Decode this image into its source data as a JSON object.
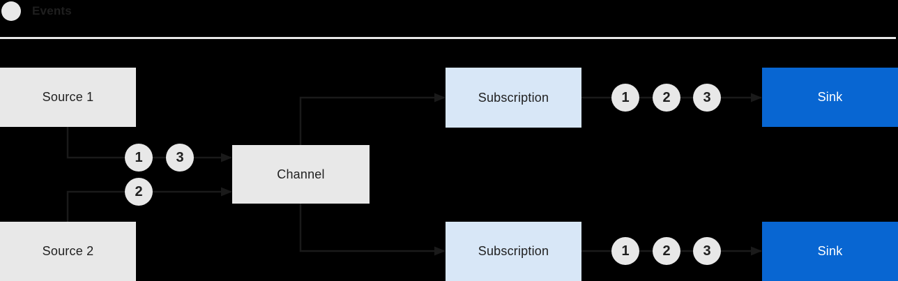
{
  "legend": {
    "label": "Events"
  },
  "nodes": {
    "source1": {
      "label": "Source 1"
    },
    "source2": {
      "label": "Source 2"
    },
    "channel": {
      "label": "Channel"
    },
    "subscription1": {
      "label": "Subscription"
    },
    "subscription2": {
      "label": "Subscription"
    },
    "sink1": {
      "label": "Sink"
    },
    "sink2": {
      "label": "Sink"
    }
  },
  "event_groups": {
    "from_source1": [
      "1",
      "3"
    ],
    "from_source2": [
      "2"
    ],
    "to_sink1": [
      "1",
      "2",
      "3"
    ],
    "to_sink2": [
      "1",
      "2",
      "3"
    ]
  },
  "colors": {
    "bg": "#000000",
    "box_gray": "#e8e8e8",
    "box_light_blue": "#d8e7f7",
    "box_blue": "#0866d2",
    "line": "#1a1a1a",
    "text_dark": "#1f1f1f",
    "text_light": "#ffffff",
    "separator": "#e8e8e8"
  }
}
